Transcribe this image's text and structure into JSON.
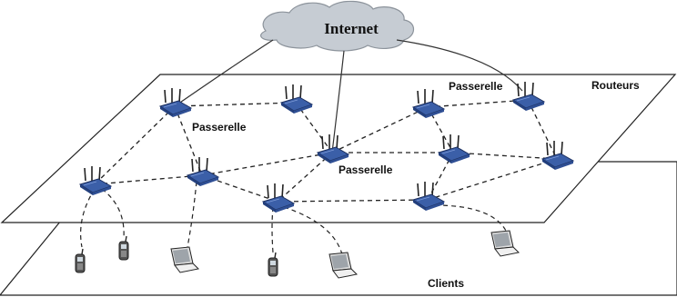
{
  "cloud": {
    "label": "Internet"
  },
  "planes": {
    "routers_label": "Routeurs",
    "clients_label": "Clients"
  },
  "gateway_label": "Passerelle",
  "colors": {
    "router": "#3b5fa8",
    "router_dark": "#23407e",
    "cloud": "#c6ccd3",
    "cloud_edge": "#8c939b"
  }
}
